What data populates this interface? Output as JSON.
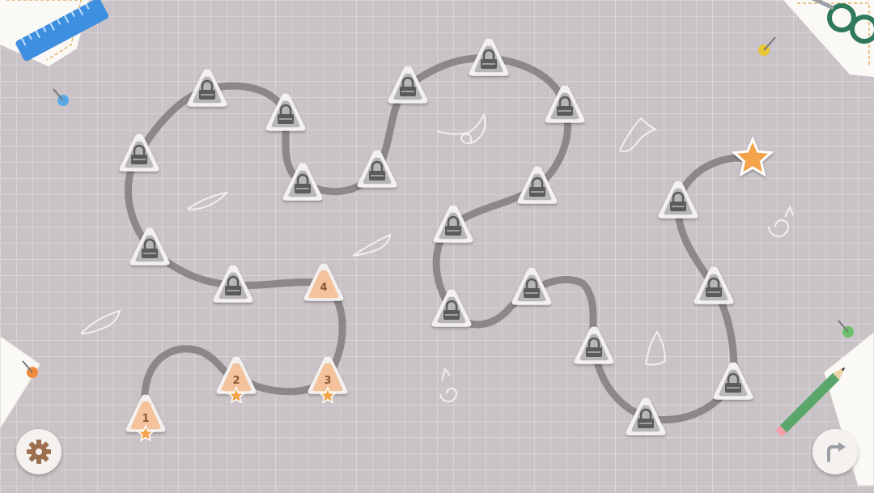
{
  "colors": {
    "path": "#8c8889",
    "locked_fill": "#f3f1ef",
    "locked_inner": "#b8b6b7",
    "unlocked_fill": "#f5c39b",
    "unlocked_text": "#8a5a38",
    "star": "#f3a34a",
    "button_icon": "#9c6f4f"
  },
  "levels": {
    "unlocked": [
      {
        "label": "1",
        "stars": 1
      },
      {
        "label": "2",
        "stars": 1
      },
      {
        "label": "3",
        "stars": 1
      },
      {
        "label": "4",
        "stars": 0
      }
    ],
    "locked_icon": "lock-icon",
    "goal_icon": "star-icon"
  },
  "buttons": {
    "settings": {
      "icon": "gear-icon"
    },
    "next": {
      "icon": "arrow-turn-right-icon"
    }
  },
  "decorations": [
    "ruler-icon",
    "scissors-icon",
    "pencil-icon",
    "pushpin-icon",
    "cat-paperclip-icon",
    "notepad-icon"
  ]
}
